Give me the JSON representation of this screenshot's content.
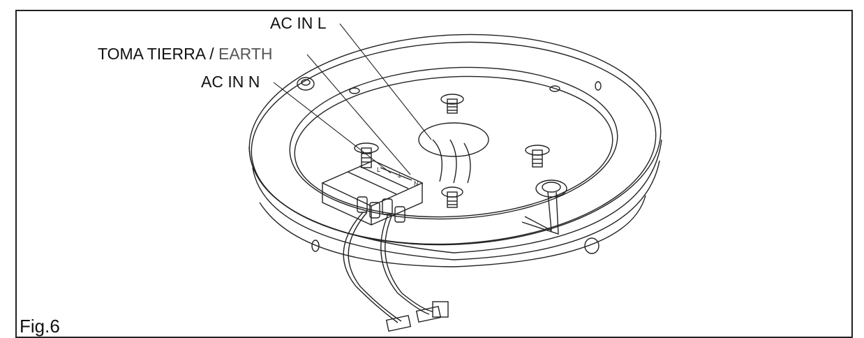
{
  "labels": {
    "ac_in_l": "AC IN L",
    "earth_prefix": "TOMA TIERRA / ",
    "earth_suffix": "EARTH",
    "ac_in_n": "AC IN N"
  },
  "terminal_marks": [
    "L",
    "⏚",
    "N"
  ],
  "caption": "Fig.6",
  "colors": {
    "line": "#222222",
    "label_secondary": "#555555"
  }
}
